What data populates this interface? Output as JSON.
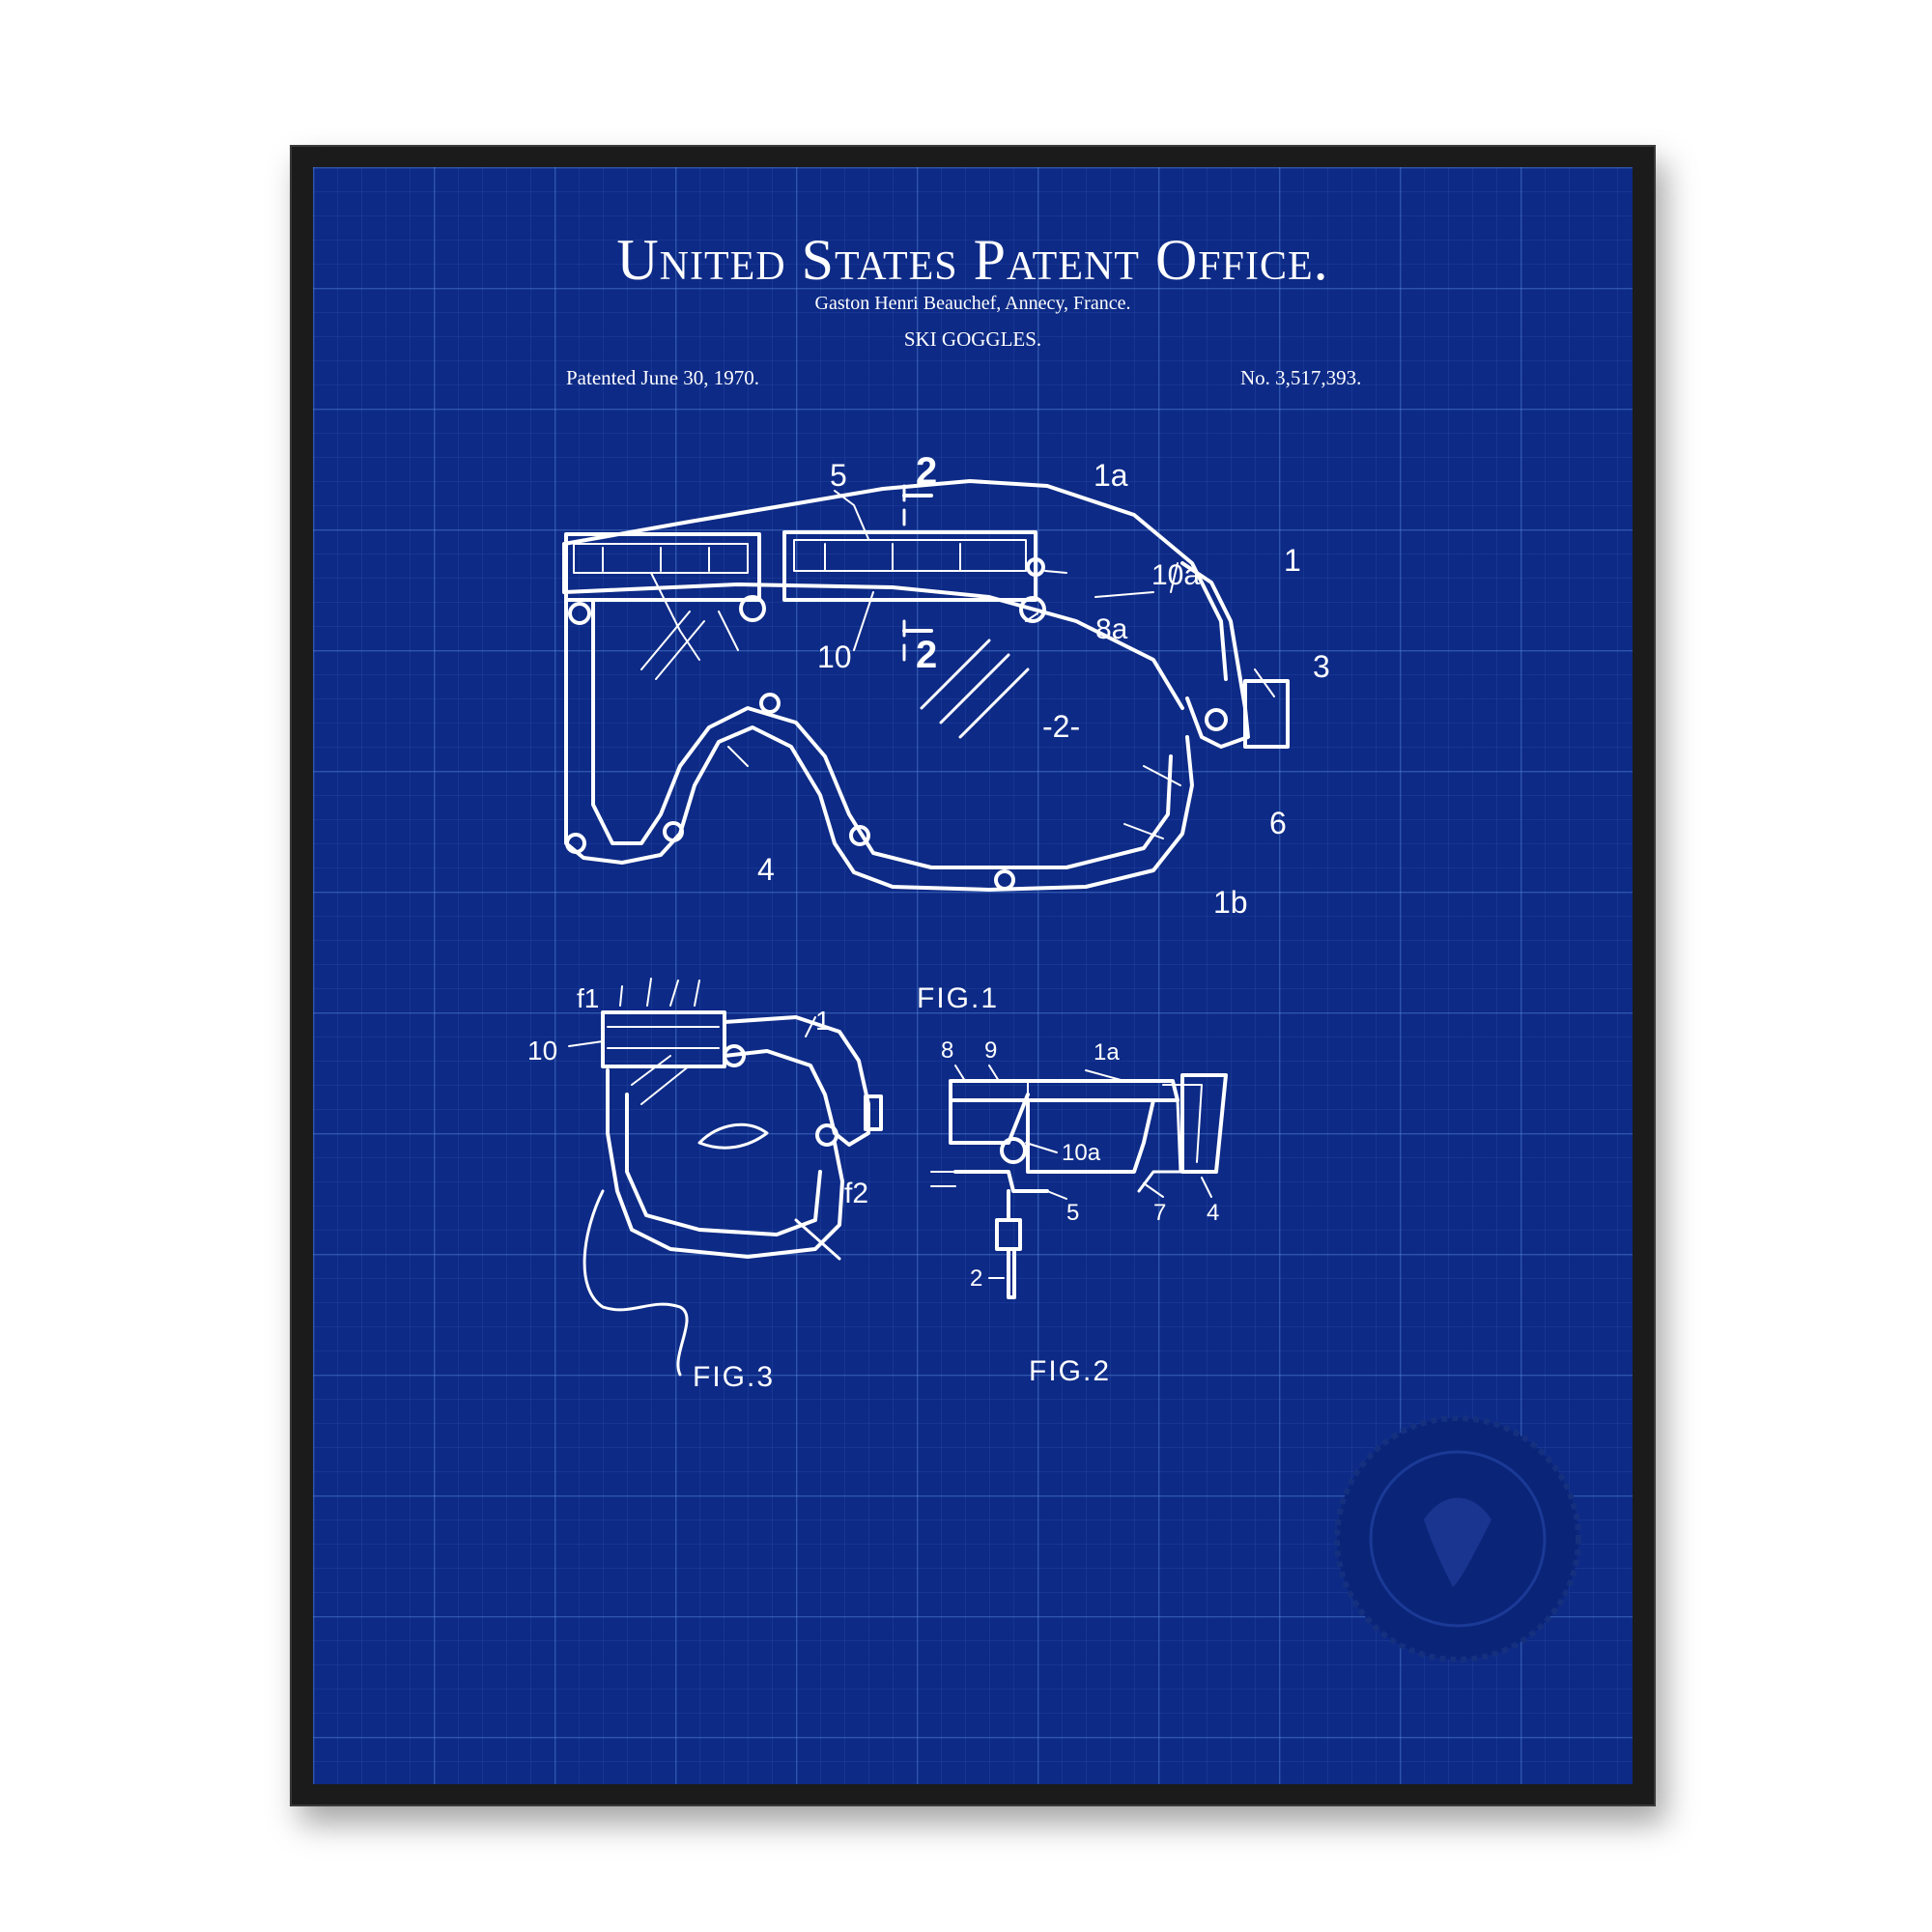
{
  "header": {
    "title": "United States Patent Office.",
    "inventor": "Gaston Henri Beauchef, Annecy, France.",
    "name": "SKI GOGGLES.",
    "patented": "Patented June 30, 1970.",
    "number": "No. 3,517,393."
  },
  "figures": {
    "fig1": {
      "caption": "FIG.1",
      "labels": [
        "5",
        "2",
        "1a",
        "10a",
        "1",
        "3",
        "8a",
        "10",
        "2",
        "-2-",
        "4",
        "6",
        "1b"
      ]
    },
    "fig2": {
      "caption": "FIG.2",
      "labels": [
        "8",
        "9",
        "1a",
        "10a",
        "5",
        "7",
        "4",
        "2"
      ]
    },
    "fig3": {
      "caption": "FIG.3",
      "labels": [
        "f1",
        "1",
        "10",
        "f2"
      ]
    }
  },
  "colors": {
    "background": "#0d2a86",
    "ink": "#ffffff",
    "frame": "#1b1b1b"
  }
}
